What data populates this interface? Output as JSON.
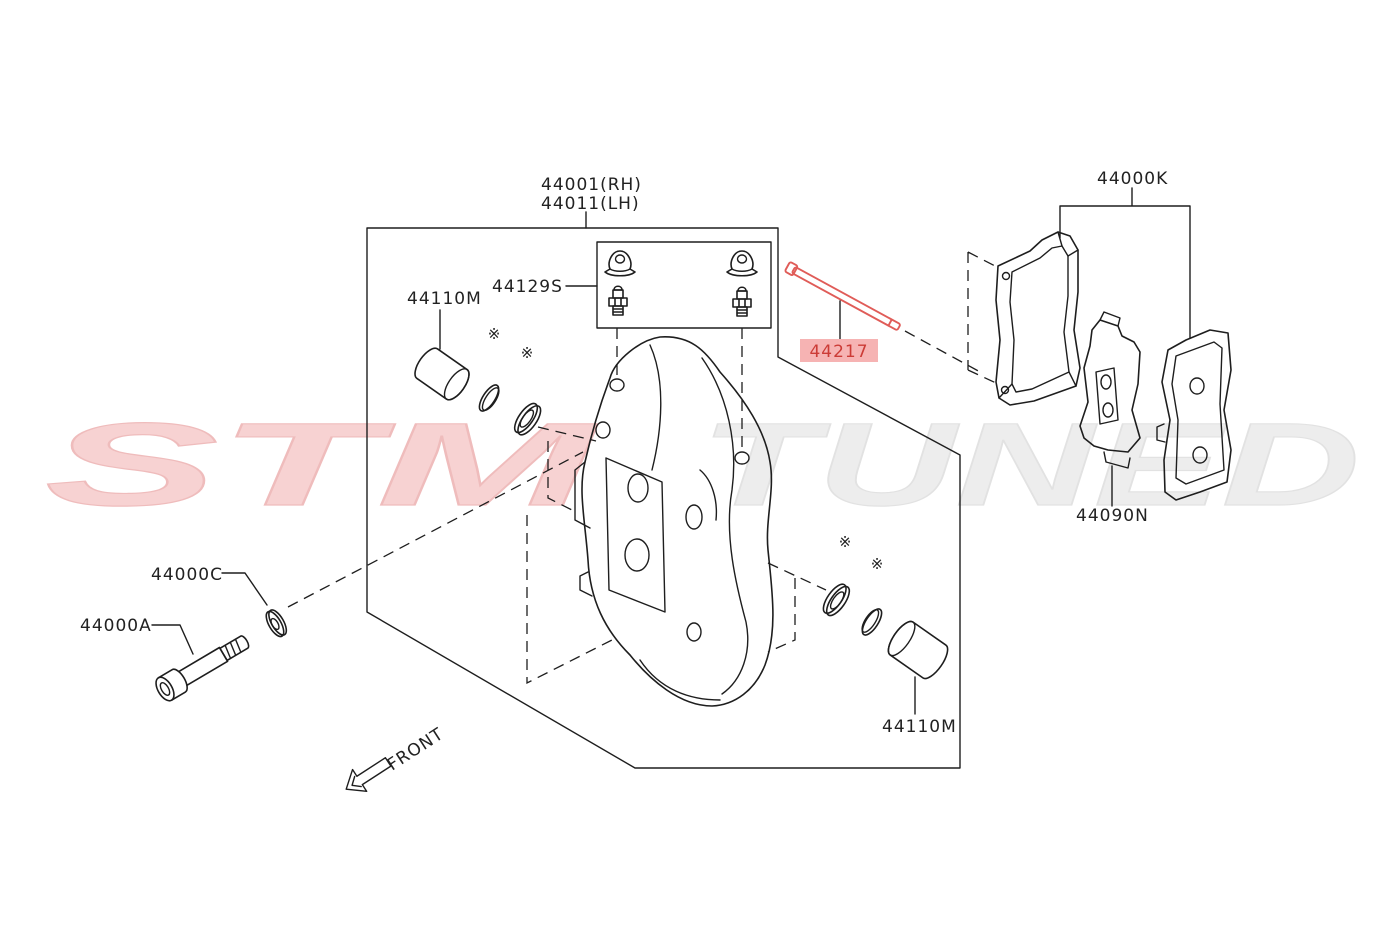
{
  "diagram": {
    "callouts": {
      "caliper_rh": "44001(RH)",
      "caliper_lh": "44011(LH)",
      "bleeder_kit": "44129S",
      "piston_upper": "44110M",
      "pad_pin": "44217",
      "pad_kit": "44000K",
      "pad_shim": "44090N",
      "washer": "44000C",
      "bolt": "44000A",
      "piston_lower": "44110M"
    },
    "note_mark": "※",
    "direction_label": "FRONT"
  },
  "watermark": {
    "text_left": "STM",
    "text_right": "TUNED"
  },
  "colors": {
    "line": "#1e1e1e",
    "background": "#ffffff",
    "highlight_fill": "#f6b3b3",
    "highlight_text": "#cc3b36",
    "highlight_part": "#e05c58",
    "watermark_left": "#f7d2d2",
    "watermark_right": "#ededed"
  }
}
